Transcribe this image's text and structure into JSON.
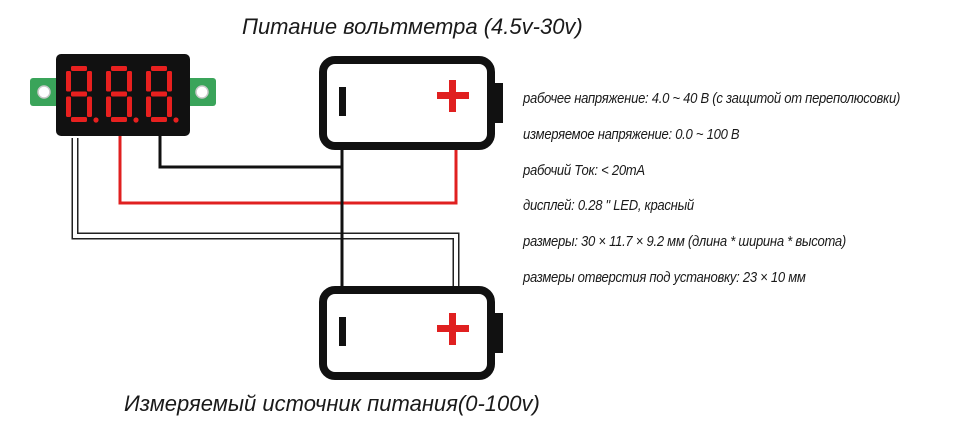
{
  "titles": {
    "top": "Питание вольтметра (4.5v-30v)",
    "bottom": "Измеряемый источник питания(0-100v)"
  },
  "specs": [
    "рабочее напряжение: 4.0 ~ 40 В (с защитой от переполюсовки)",
    "измеряемое напряжение: 0.0 ~ 100 В",
    "рабочий Ток: < 20mA",
    "дисплей: 0.28 \" LED, красный",
    "размеры: 30 × 11.7 × 9.2 мм (длина * ширина * высота)",
    "размеры отверстия под установку: 23 × 10 мм"
  ],
  "display": {
    "digits": "8.8.8."
  },
  "battery_top": {
    "minus": "−",
    "plus": "+"
  },
  "battery_bottom": {
    "minus": "−",
    "plus": "+"
  },
  "colors": {
    "wire_red": "#e02020",
    "wire_black": "#111111",
    "wire_white": "#ffffff",
    "segment_red": "#e8201f",
    "pcb_green": "#3aa45a",
    "battery_outline": "#111111"
  }
}
